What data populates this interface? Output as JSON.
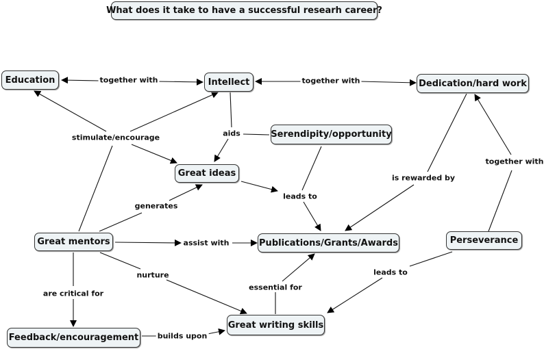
{
  "title": "What does it take to have a successful researh career?",
  "nodes": {
    "education": "Education",
    "intellect": "Intellect",
    "dedication": "Dedication/hard work",
    "serendipity": "Serendipity/opportunity",
    "great_ideas": "Great ideas",
    "great_mentors": "Great mentors",
    "publications": "Publications/Grants/Awards",
    "perseverance": "Perseverance",
    "feedback": "Feedback/encouragement",
    "writing": "Great writing skills"
  },
  "links": {
    "edu_intellect": "together with",
    "intellect_dedication": "together with",
    "mentors_stimulate": "stimulate/encourage",
    "aids": "aids",
    "generates": "generates",
    "ideas_leads_to": "leads to",
    "is_rewarded_by": "is rewarded by",
    "perseverance_together": "together with",
    "assist_with": "assist with",
    "nurture": "nurture",
    "are_critical_for": "are critical for",
    "essential_for": "essential for",
    "perseverance_leads_to": "leads to",
    "builds_upon": "builds upon"
  }
}
